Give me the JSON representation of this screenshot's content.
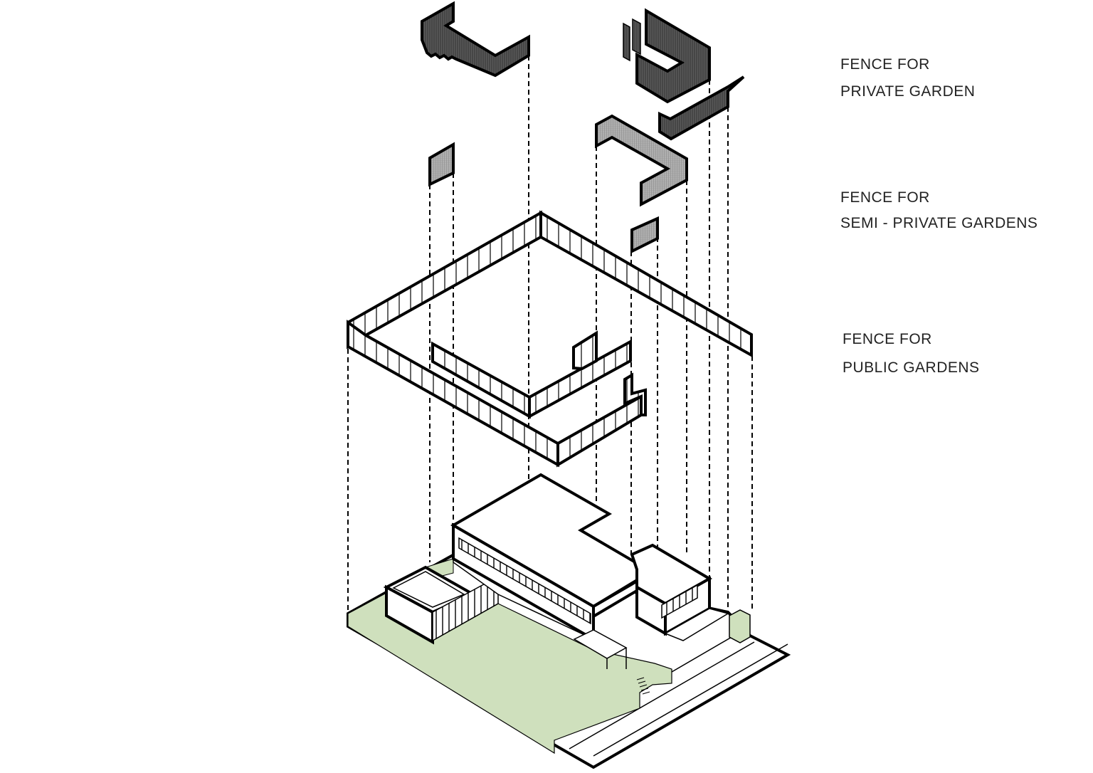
{
  "labels": [
    {
      "line1": "FENCE FOR",
      "line2": "PRIVATE GARDEN"
    },
    {
      "line1": "FENCE FOR",
      "line2": "SEMI - PRIVATE GARDENS"
    },
    {
      "line1": "FENCE FOR",
      "line2": "PUBLIC GARDENS"
    }
  ],
  "colors": {
    "private_fence": "#555555",
    "semi_private_fence": "#a8a8a8",
    "lawn": "#cfe0bd",
    "line": "#000000"
  }
}
